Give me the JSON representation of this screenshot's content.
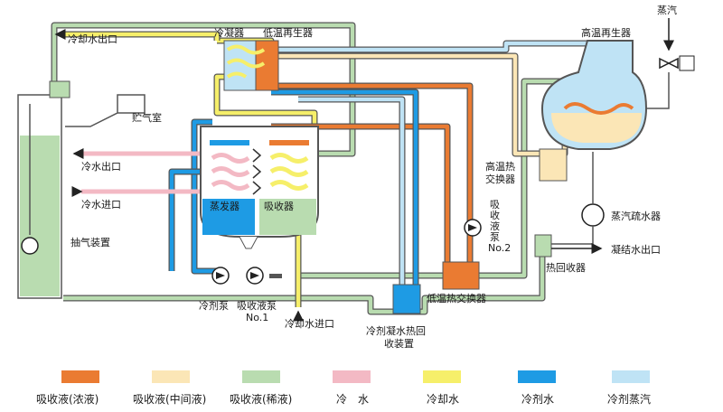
{
  "colors": {
    "conc": "#ea7b32",
    "mid": "#fbe6b6",
    "dilute": "#b9dcb0",
    "cold_water": "#f3b9c4",
    "cooling_water": "#f6ef6a",
    "refrigerant_water": "#1e9be4",
    "refrigerant_vapor": "#bfe3f5",
    "outline": "#555555",
    "black": "#222222"
  },
  "labels": {
    "condenser": "冷凝器",
    "low_temp_generator": "低温再生器",
    "high_temp_generator": "高温再生器",
    "steam": "蒸汽",
    "cooling_water_out": "冷却水出口",
    "storage_chamber": "贮气室",
    "cold_water_out": "冷水出口",
    "cold_water_in": "冷水进口",
    "evaporator": "蒸发器",
    "absorber": "吸收器",
    "high_temp_hx_line1": "高温热",
    "high_temp_hx_line2": "交换器",
    "absorbent_pump2_text": "吸收液泵",
    "absorbent_pump2_no": "No.2",
    "steam_trap": "蒸汽疏水器",
    "condensate_out": "凝结水出口",
    "heat_recovery": "热回收器",
    "purge_device": "抽气装置",
    "refrigerant_pump": "冷剂泵",
    "absorbent_pump1": "吸收液泵",
    "absorbent_pump1_no": "No.1",
    "low_temp_hx": "低温热交换器",
    "cooling_water_in": "冷却水进口",
    "refrig_condensate_line1": "冷剂凝水热回",
    "refrig_condensate_line2": "收装置"
  },
  "legend": [
    {
      "label": "吸收液(浓液)",
      "color_key": "conc"
    },
    {
      "label": "吸收液(中间液)",
      "color_key": "mid"
    },
    {
      "label": "吸收液(稀液)",
      "color_key": "dilute"
    },
    {
      "label": "冷　水",
      "color_key": "cold_water"
    },
    {
      "label": "冷却水",
      "color_key": "cooling_water"
    },
    {
      "label": "冷剂水",
      "color_key": "refrigerant_water"
    },
    {
      "label": "冷剂蒸汽",
      "color_key": "refrigerant_vapor"
    }
  ]
}
